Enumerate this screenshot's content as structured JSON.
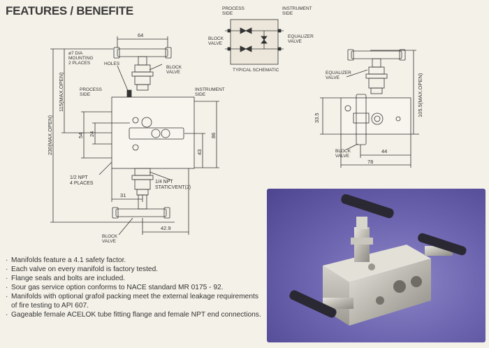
{
  "title": "FEATURES / BENEFITE",
  "schematic": {
    "process_side": "PROCESS\nSIDE",
    "instrument_side": "INSTRUMENT\nSIDE",
    "block_valve": "BLOCK\nVALVE",
    "equalizer_valve": "EQUALIZER\nVALVE",
    "caption": "TYPICAL SCHEMATIC"
  },
  "front_view": {
    "dim_top": "64",
    "mounting": "ø7 DIA\nMOUNTING\n2 PLACES",
    "holes": "HOLES",
    "block_valve_top": "BLOCK\nVALVE",
    "process_side": "PROCESS\nSIDE",
    "instrument_side": "INSTRUMENT\nSIDE",
    "dim_115": "115(MAX.OPEN)",
    "dim_230": "230(MAX.OPEN)",
    "dim_54": "54",
    "dim_24": "24",
    "dim_86": "86",
    "dim_43": "43",
    "npt_half": "1/2 NPT\n4 PLACES",
    "npt_quarter": "1/4 NPT\nSTATICVENT(2)",
    "dim_31": "31",
    "dim_42_9": "42.9",
    "block_valve_bottom": "BLOCK\nVALVE"
  },
  "side_view": {
    "equalizer_valve": "EQUALIZER\nVALVE",
    "dim_105_5": "105.5(MAX.OPEN)",
    "dim_33_5": "33.5",
    "block_valve": "BLOCK\nVALVE",
    "dim_44": "44",
    "dim_78": "78"
  },
  "features": [
    "Manifolds feature a 4.1 safety factor.",
    "Each valve on every manifold is factory tested.",
    "Flange seals and bolts are included.",
    "Sour gas service option conforms to NACE standard MR 0175 - 92.",
    "Manifolds with optional grafoil packing meet the external leakage requirements of fire testing to API 607.",
    "Gageable female ACELOK tube fitting flange and female NPT end connections."
  ],
  "colors": {
    "background": "#f4f1e8",
    "photo_background": "#6e66b0",
    "line": "#333333"
  }
}
